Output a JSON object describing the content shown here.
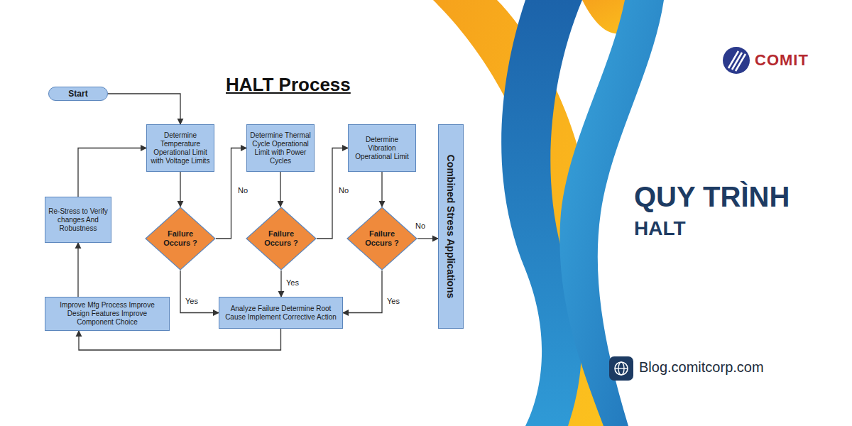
{
  "diagram": {
    "title": "HALT Process",
    "nodes": [
      {
        "text": [
          "Start"
        ]
      },
      {
        "text": [
          "Determine Temperature Operational Limit with Voltage Limits"
        ]
      },
      {
        "text": [
          "Determine Thermal Cycle Operational Limit with Power Cycles"
        ]
      },
      {
        "text": [
          "Determine Vibration Operational Limit"
        ]
      },
      {
        "text": [
          "Combined Stress Applications"
        ]
      },
      {
        "text": [
          "Re-Stress to Verify changes And Robustness"
        ]
      },
      {
        "text": [
          "Failure Occurs ?"
        ]
      },
      {
        "text": [
          "Failure Occurs ?"
        ]
      },
      {
        "text": [
          "Failure Occurs ?"
        ]
      },
      {
        "text": [
          "Improve Mfg Process Improve Design Features Improve Component Choice"
        ]
      },
      {
        "text": [
          "Analyze Failure Determine Root Cause Implement Corrective Action"
        ]
      }
    ],
    "edges": [
      {
        "from": 0,
        "to": 1,
        "arrow": "to"
      },
      {
        "from": 1,
        "to": 6,
        "arrow": "to"
      },
      {
        "from": 6,
        "to": 2,
        "label": "No",
        "arrow": "to"
      },
      {
        "from": 2,
        "to": 7,
        "arrow": "to"
      },
      {
        "from": 7,
        "to": 3,
        "label": "No",
        "arrow": "to"
      },
      {
        "from": 3,
        "to": 8,
        "arrow": "to"
      },
      {
        "from": 8,
        "to": 4,
        "label": "No",
        "arrow": "to"
      },
      {
        "from": 6,
        "to": 10,
        "label": "Yes",
        "arrow": "to"
      },
      {
        "from": 7,
        "to": 10,
        "label": "Yes",
        "arrow": "to"
      },
      {
        "from": 8,
        "to": 10,
        "label": "Yes",
        "arrow": "to"
      },
      {
        "from": 10,
        "to": 9,
        "arrow": "to"
      },
      {
        "from": 9,
        "to": 5,
        "arrow": "to"
      },
      {
        "from": 5,
        "to": 1,
        "arrow": "to"
      }
    ],
    "labels": [
      "COMIT",
      "QUY TRÌNH",
      "HALT",
      "Blog.comitcorp.com"
    ]
  }
}
